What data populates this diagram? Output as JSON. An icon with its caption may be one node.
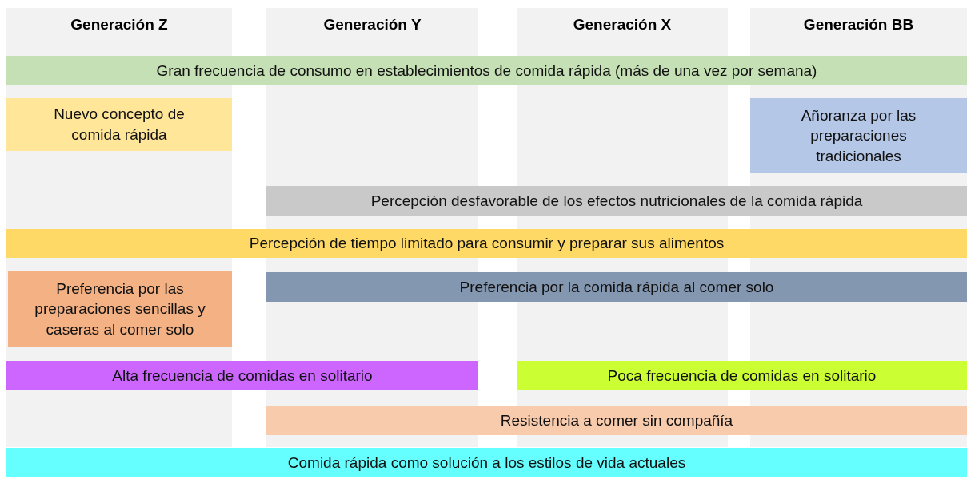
{
  "diagram": {
    "nodes": [
      {
        "text": [
          "Generación Z"
        ]
      },
      {
        "text": [
          "Generación Y"
        ]
      },
      {
        "text": [
          "Generación X"
        ]
      },
      {
        "text": [
          "Generación BB"
        ]
      },
      {
        "text": [
          "Gran frecuencia de consumo en establecimientos de comida rápida (más de una vez por semana)"
        ]
      },
      {
        "text": [
          "Nuevo concepto de comida rápida"
        ],
        "in": 0
      },
      {
        "text": [
          "Añoranza por las preparaciones tradicionales"
        ],
        "in": 3
      },
      {
        "text": [
          "Percepción desfavorable de los efectos nutricionales de la comida rápida"
        ]
      },
      {
        "text": [
          "Percepción de tiempo limitado para consumir y preparar sus alimentos"
        ]
      },
      {
        "text": [
          "Preferencia por las preparaciones sencillas y caseras al comer solo"
        ],
        "in": 0
      },
      {
        "text": [
          "Preferencia por la comida rápida al comer solo"
        ]
      },
      {
        "text": [
          "Alta frecuencia de comidas en solitario"
        ]
      },
      {
        "text": [
          "Poca frecuencia de comidas en solitario"
        ]
      },
      {
        "text": [
          "Resistencia a comer sin compañía"
        ]
      },
      {
        "text": [
          "Comida rápida como solución a los estilos de vida actuales"
        ]
      }
    ]
  }
}
